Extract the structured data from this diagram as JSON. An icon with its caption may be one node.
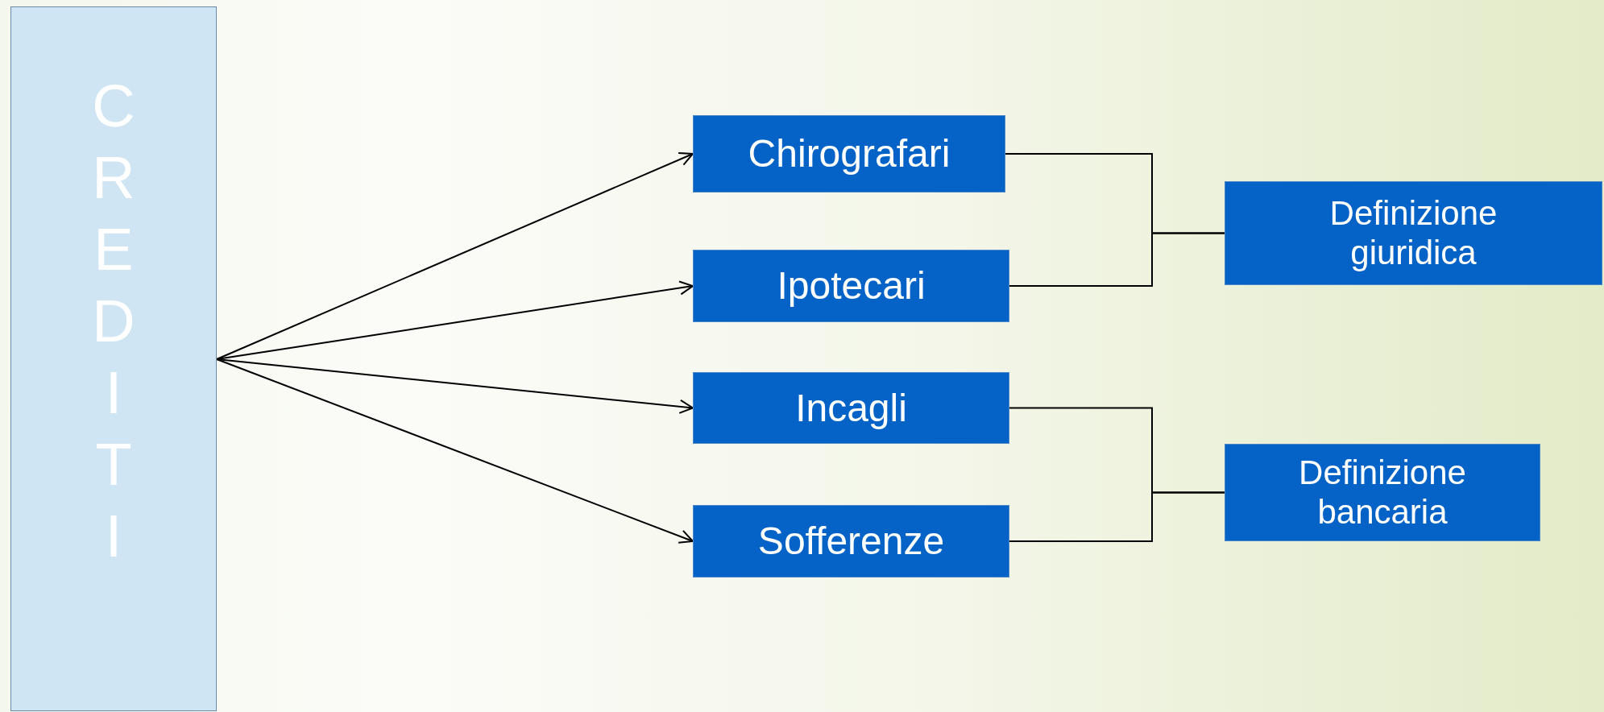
{
  "diagram": {
    "nodes": [
      {
        "text": [
          "CREDITI"
        ]
      },
      {
        "text": [
          "Chirografari"
        ]
      },
      {
        "text": [
          "Ipotecari"
        ]
      },
      {
        "text": [
          "Incagli"
        ]
      },
      {
        "text": [
          "Sofferenze"
        ]
      },
      {
        "text": [
          "Definizione giuridica"
        ]
      },
      {
        "text": [
          "Definizione bancaria"
        ]
      }
    ],
    "edges": [
      {
        "from": 0,
        "to": 1,
        "arrow": "to"
      },
      {
        "from": 0,
        "to": 2,
        "arrow": "to"
      },
      {
        "from": 0,
        "to": 3,
        "arrow": "to"
      },
      {
        "from": 0,
        "to": 4,
        "arrow": "to"
      },
      {
        "from": 1,
        "to": 5,
        "arrow": "none"
      },
      {
        "from": 2,
        "to": 5,
        "arrow": "none"
      },
      {
        "from": 3,
        "to": 6,
        "arrow": "none"
      },
      {
        "from": 4,
        "to": 6,
        "arrow": "none"
      }
    ]
  }
}
